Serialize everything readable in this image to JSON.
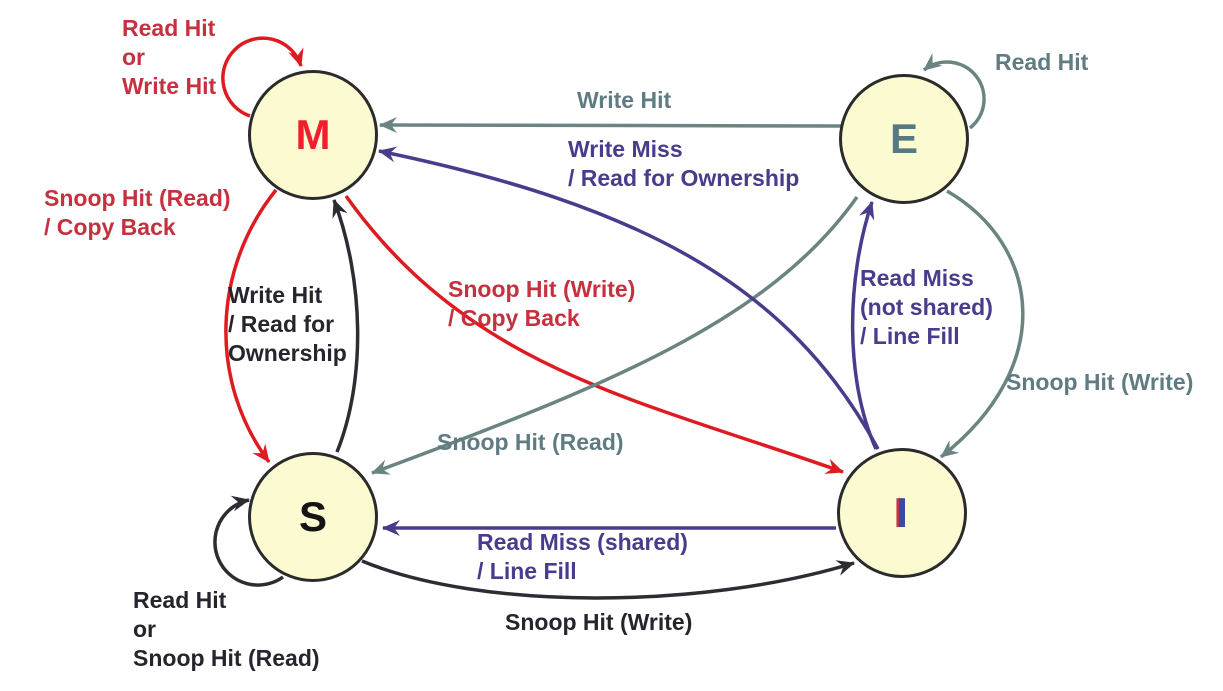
{
  "diagram": {
    "kind": "state-transition-diagram"
  },
  "colors": {
    "node_fill": "#FBFAD0",
    "node_border": "#2B2B2B",
    "m_letter": "#EE1F2E",
    "e_letter": "#567A81",
    "s_letter": "#141414",
    "i_letter_blue": "#3A49A4",
    "i_letter_red": "#C03546",
    "red_arrow": "#DE1B21",
    "red_text": "#C5313F",
    "teal_arrow": "#6A8482",
    "teal_text": "#5F7C82",
    "purple": "#4A3B8C",
    "black_arrow": "#2E2C33",
    "black_text": "#26242C"
  },
  "states": [
    {
      "id": "M",
      "label": "M"
    },
    {
      "id": "E",
      "label": "E"
    },
    {
      "id": "S",
      "label": "S"
    },
    {
      "id": "I",
      "label": "I"
    }
  ],
  "transitions": [
    {
      "from": "M",
      "to": "M",
      "color": "red",
      "label": "Read Hit\nor\nWrite Hit"
    },
    {
      "from": "M",
      "to": "S",
      "color": "red",
      "label": "Snoop Hit (Read)\n/ Copy Back"
    },
    {
      "from": "M",
      "to": "I",
      "color": "red",
      "label": "Snoop Hit (Write)\n/ Copy Back"
    },
    {
      "from": "E",
      "to": "M",
      "color": "teal",
      "label": "Write Hit"
    },
    {
      "from": "E",
      "to": "E",
      "color": "teal",
      "label": "Read Hit"
    },
    {
      "from": "E",
      "to": "S",
      "color": "teal",
      "label": "Snoop Hit (Read)"
    },
    {
      "from": "E",
      "to": "I",
      "color": "teal",
      "label": "Snoop Hit (Write)"
    },
    {
      "from": "I",
      "to": "M",
      "color": "purple",
      "label": "Write Miss\n/ Read for Ownership"
    },
    {
      "from": "I",
      "to": "E",
      "color": "purple",
      "label": "Read Miss\n(not shared)\n/ Line Fill"
    },
    {
      "from": "I",
      "to": "S",
      "color": "purple",
      "label": "Read Miss (shared)\n/ Line Fill"
    },
    {
      "from": "S",
      "to": "M",
      "color": "black",
      "label": "Write Hit\n/ Read for\nOwnership"
    },
    {
      "from": "S",
      "to": "S",
      "color": "black",
      "label": "Read Hit\nor\nSnoop Hit (Read)"
    },
    {
      "from": "S",
      "to": "I",
      "color": "black",
      "label": "Snoop Hit (Write)"
    }
  ]
}
